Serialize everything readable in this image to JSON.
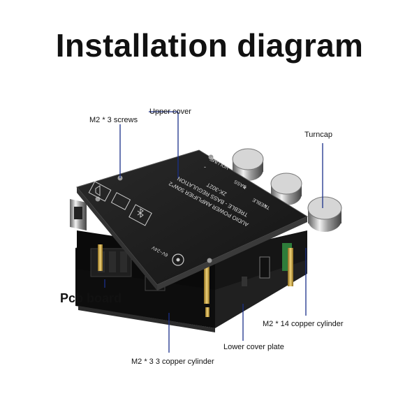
{
  "title": "Installation diagram",
  "labels": {
    "upper_cover": "Upper cover",
    "screws": "M2 * 3 screws",
    "turncap": "Turncap",
    "pcb_board": "Pcb board",
    "copper_14": "M2 * 14 copper cylinder",
    "lower_cover": "Lower cover plate",
    "copper_33": "M2 * 3 3 copper cylinder"
  },
  "board_text": {
    "line1": "AUDIO POWER AMPLIFIER 50W*2",
    "line2": "TREBLE - BASS REGULATION",
    "line3": "ZK-302T",
    "treble": "TREBLE",
    "bass": "BASS",
    "volume": "VOLUME",
    "power": "6V~24V",
    "plus": "+",
    "minus": "-"
  },
  "colors": {
    "leader_line": "#1a2f8a",
    "cover": "#1c1c1c",
    "pcb": "#0e0e0e",
    "brass": "#c9a640"
  },
  "icons": [
    "speaker-icon",
    "usb-icon",
    "bluetooth-icon",
    "dc-jack-icon"
  ]
}
